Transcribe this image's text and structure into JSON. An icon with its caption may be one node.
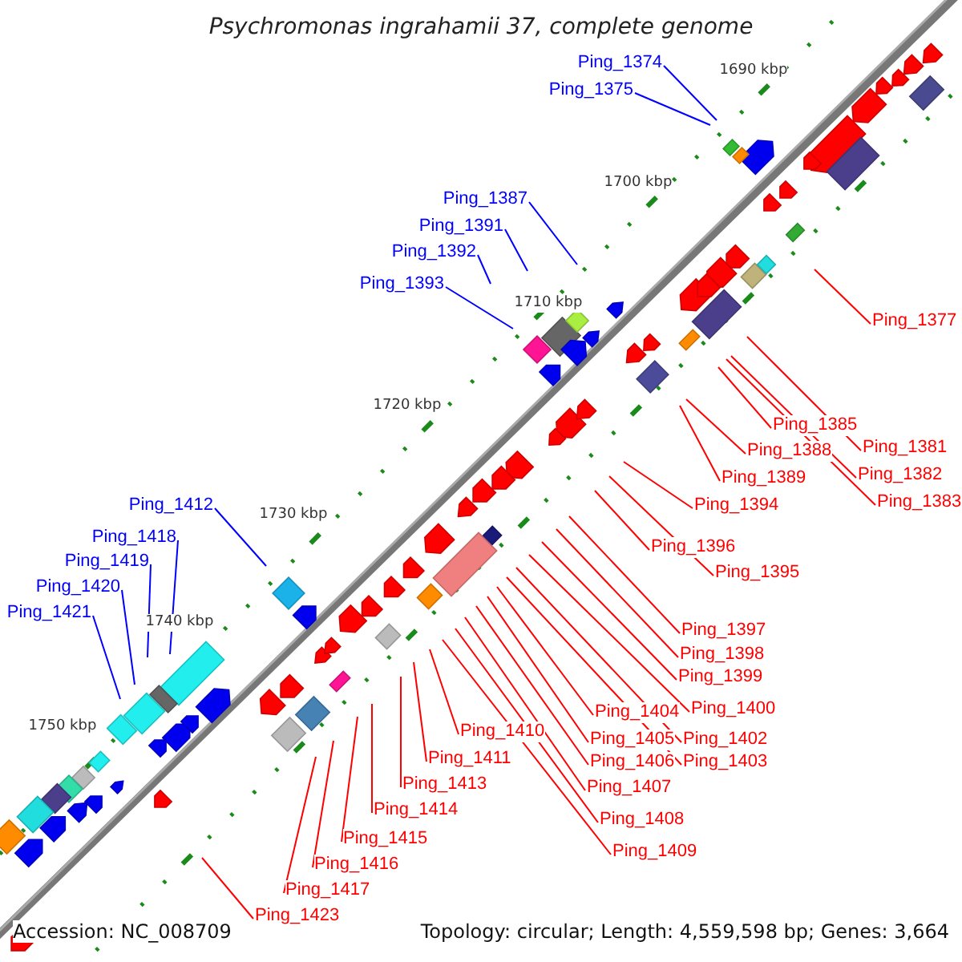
{
  "diagram": {
    "title": "Psychromonas ingrahamii 37, complete genome",
    "nodes": [
      {
        "text": [
          "Ping_1374"
        ]
      },
      {
        "text": [
          "Ping_1375"
        ]
      },
      {
        "text": [
          "Ping_1387"
        ]
      },
      {
        "text": [
          "Ping_1391"
        ]
      },
      {
        "text": [
          "Ping_1392"
        ]
      },
      {
        "text": [
          "Ping_1393"
        ]
      },
      {
        "text": [
          "Ping_1412"
        ]
      },
      {
        "text": [
          "Ping_1418"
        ]
      },
      {
        "text": [
          "Ping_1419"
        ]
      },
      {
        "text": [
          "Ping_1420"
        ]
      },
      {
        "text": [
          "Ping_1421"
        ]
      },
      {
        "text": [
          "Ping_1377"
        ]
      },
      {
        "text": [
          "Ping_1385"
        ]
      },
      {
        "text": [
          "Ping_1381"
        ]
      },
      {
        "text": [
          "Ping_1388"
        ]
      },
      {
        "text": [
          "Ping_1382"
        ]
      },
      {
        "text": [
          "Ping_1389"
        ]
      },
      {
        "text": [
          "Ping_1383"
        ]
      },
      {
        "text": [
          "Ping_1394"
        ]
      },
      {
        "text": [
          "Ping_1396"
        ]
      },
      {
        "text": [
          "Ping_1395"
        ]
      },
      {
        "text": [
          "Ping_1397"
        ]
      },
      {
        "text": [
          "Ping_1398"
        ]
      },
      {
        "text": [
          "Ping_1399"
        ]
      },
      {
        "text": [
          "Ping_1400"
        ]
      },
      {
        "text": [
          "Ping_1404"
        ]
      },
      {
        "text": [
          "Ping_1410"
        ]
      },
      {
        "text": [
          "Ping_1402"
        ]
      },
      {
        "text": [
          "Ping_1405"
        ]
      },
      {
        "text": [
          "Ping_1411"
        ]
      },
      {
        "text": [
          "Ping_1403"
        ]
      },
      {
        "text": [
          "Ping_1406"
        ]
      },
      {
        "text": [
          "Ping_1413"
        ]
      },
      {
        "text": [
          "Ping_1407"
        ]
      },
      {
        "text": [
          "Ping_1414"
        ]
      },
      {
        "text": [
          "Ping_1408"
        ]
      },
      {
        "text": [
          "Ping_1415"
        ]
      },
      {
        "text": [
          "Ping_1409"
        ]
      },
      {
        "text": [
          "Ping_1416"
        ]
      },
      {
        "text": [
          "Ping_1417"
        ]
      },
      {
        "text": [
          "Ping_1423"
        ]
      }
    ],
    "edges": [
      {
        "from": 0,
        "to": null,
        "arrow": "none",
        "color": "#0000ff"
      },
      {
        "from": 1,
        "to": null,
        "arrow": "none",
        "color": "#0000ff"
      },
      {
        "from": 2,
        "to": null,
        "arrow": "none",
        "color": "#0000ff"
      },
      {
        "from": 3,
        "to": null,
        "arrow": "none",
        "color": "#0000ff"
      },
      {
        "from": 4,
        "to": null,
        "arrow": "none",
        "color": "#0000ff"
      },
      {
        "from": 5,
        "to": null,
        "arrow": "none",
        "color": "#0000ff"
      },
      {
        "from": 6,
        "to": null,
        "arrow": "none",
        "color": "#0000ff"
      },
      {
        "from": 7,
        "to": null,
        "arrow": "none",
        "color": "#0000ff"
      },
      {
        "from": 8,
        "to": null,
        "arrow": "none",
        "color": "#0000ff"
      },
      {
        "from": 9,
        "to": null,
        "arrow": "none",
        "color": "#0000ff"
      },
      {
        "from": 10,
        "to": null,
        "arrow": "none",
        "color": "#0000ff"
      },
      {
        "from": 11,
        "to": null,
        "arrow": "none"
      },
      {
        "from": 12,
        "to": null,
        "arrow": "none"
      },
      {
        "from": 13,
        "to": null,
        "arrow": "none"
      },
      {
        "from": 14,
        "to": null,
        "arrow": "none"
      },
      {
        "from": 15,
        "to": null,
        "arrow": "none"
      },
      {
        "from": 16,
        "to": null,
        "arrow": "none"
      },
      {
        "from": 17,
        "to": null,
        "arrow": "none"
      },
      {
        "from": 18,
        "to": null,
        "arrow": "none"
      },
      {
        "from": 19,
        "to": null,
        "arrow": "none"
      },
      {
        "from": 20,
        "to": null,
        "arrow": "none"
      },
      {
        "from": 21,
        "to": null,
        "arrow": "none"
      },
      {
        "from": 22,
        "to": null,
        "arrow": "none"
      },
      {
        "from": 23,
        "to": null,
        "arrow": "none"
      },
      {
        "from": 24,
        "to": null,
        "arrow": "none"
      },
      {
        "from": 25,
        "to": null,
        "arrow": "none"
      },
      {
        "from": 26,
        "to": null,
        "arrow": "none"
      },
      {
        "from": 27,
        "to": null,
        "arrow": "none"
      },
      {
        "from": 28,
        "to": null,
        "arrow": "none"
      },
      {
        "from": 29,
        "to": null,
        "arrow": "none"
      },
      {
        "from": 30,
        "to": null,
        "arrow": "none"
      },
      {
        "from": 31,
        "to": null,
        "arrow": "none"
      },
      {
        "from": 32,
        "to": null,
        "arrow": "none"
      },
      {
        "from": 33,
        "to": null,
        "arrow": "none"
      },
      {
        "from": 34,
        "to": null,
        "arrow": "none"
      },
      {
        "from": 35,
        "to": null,
        "arrow": "none"
      },
      {
        "from": 36,
        "to": null,
        "arrow": "none"
      },
      {
        "from": 37,
        "to": null,
        "arrow": "none"
      },
      {
        "from": 38,
        "to": null,
        "arrow": "none"
      },
      {
        "from": 39,
        "to": null,
        "arrow": "none"
      },
      {
        "from": 40,
        "to": null,
        "arrow": "none"
      }
    ],
    "labels": [
      "1690 kbp",
      "1700 kbp",
      "1710 kbp",
      "1720 kbp",
      "1730 kbp",
      "1740 kbp",
      "1750 kbp",
      "Accession: NC_008709",
      "Topology: circular; Length: 4,559,598 bp; Genes: 3,664"
    ]
  }
}
